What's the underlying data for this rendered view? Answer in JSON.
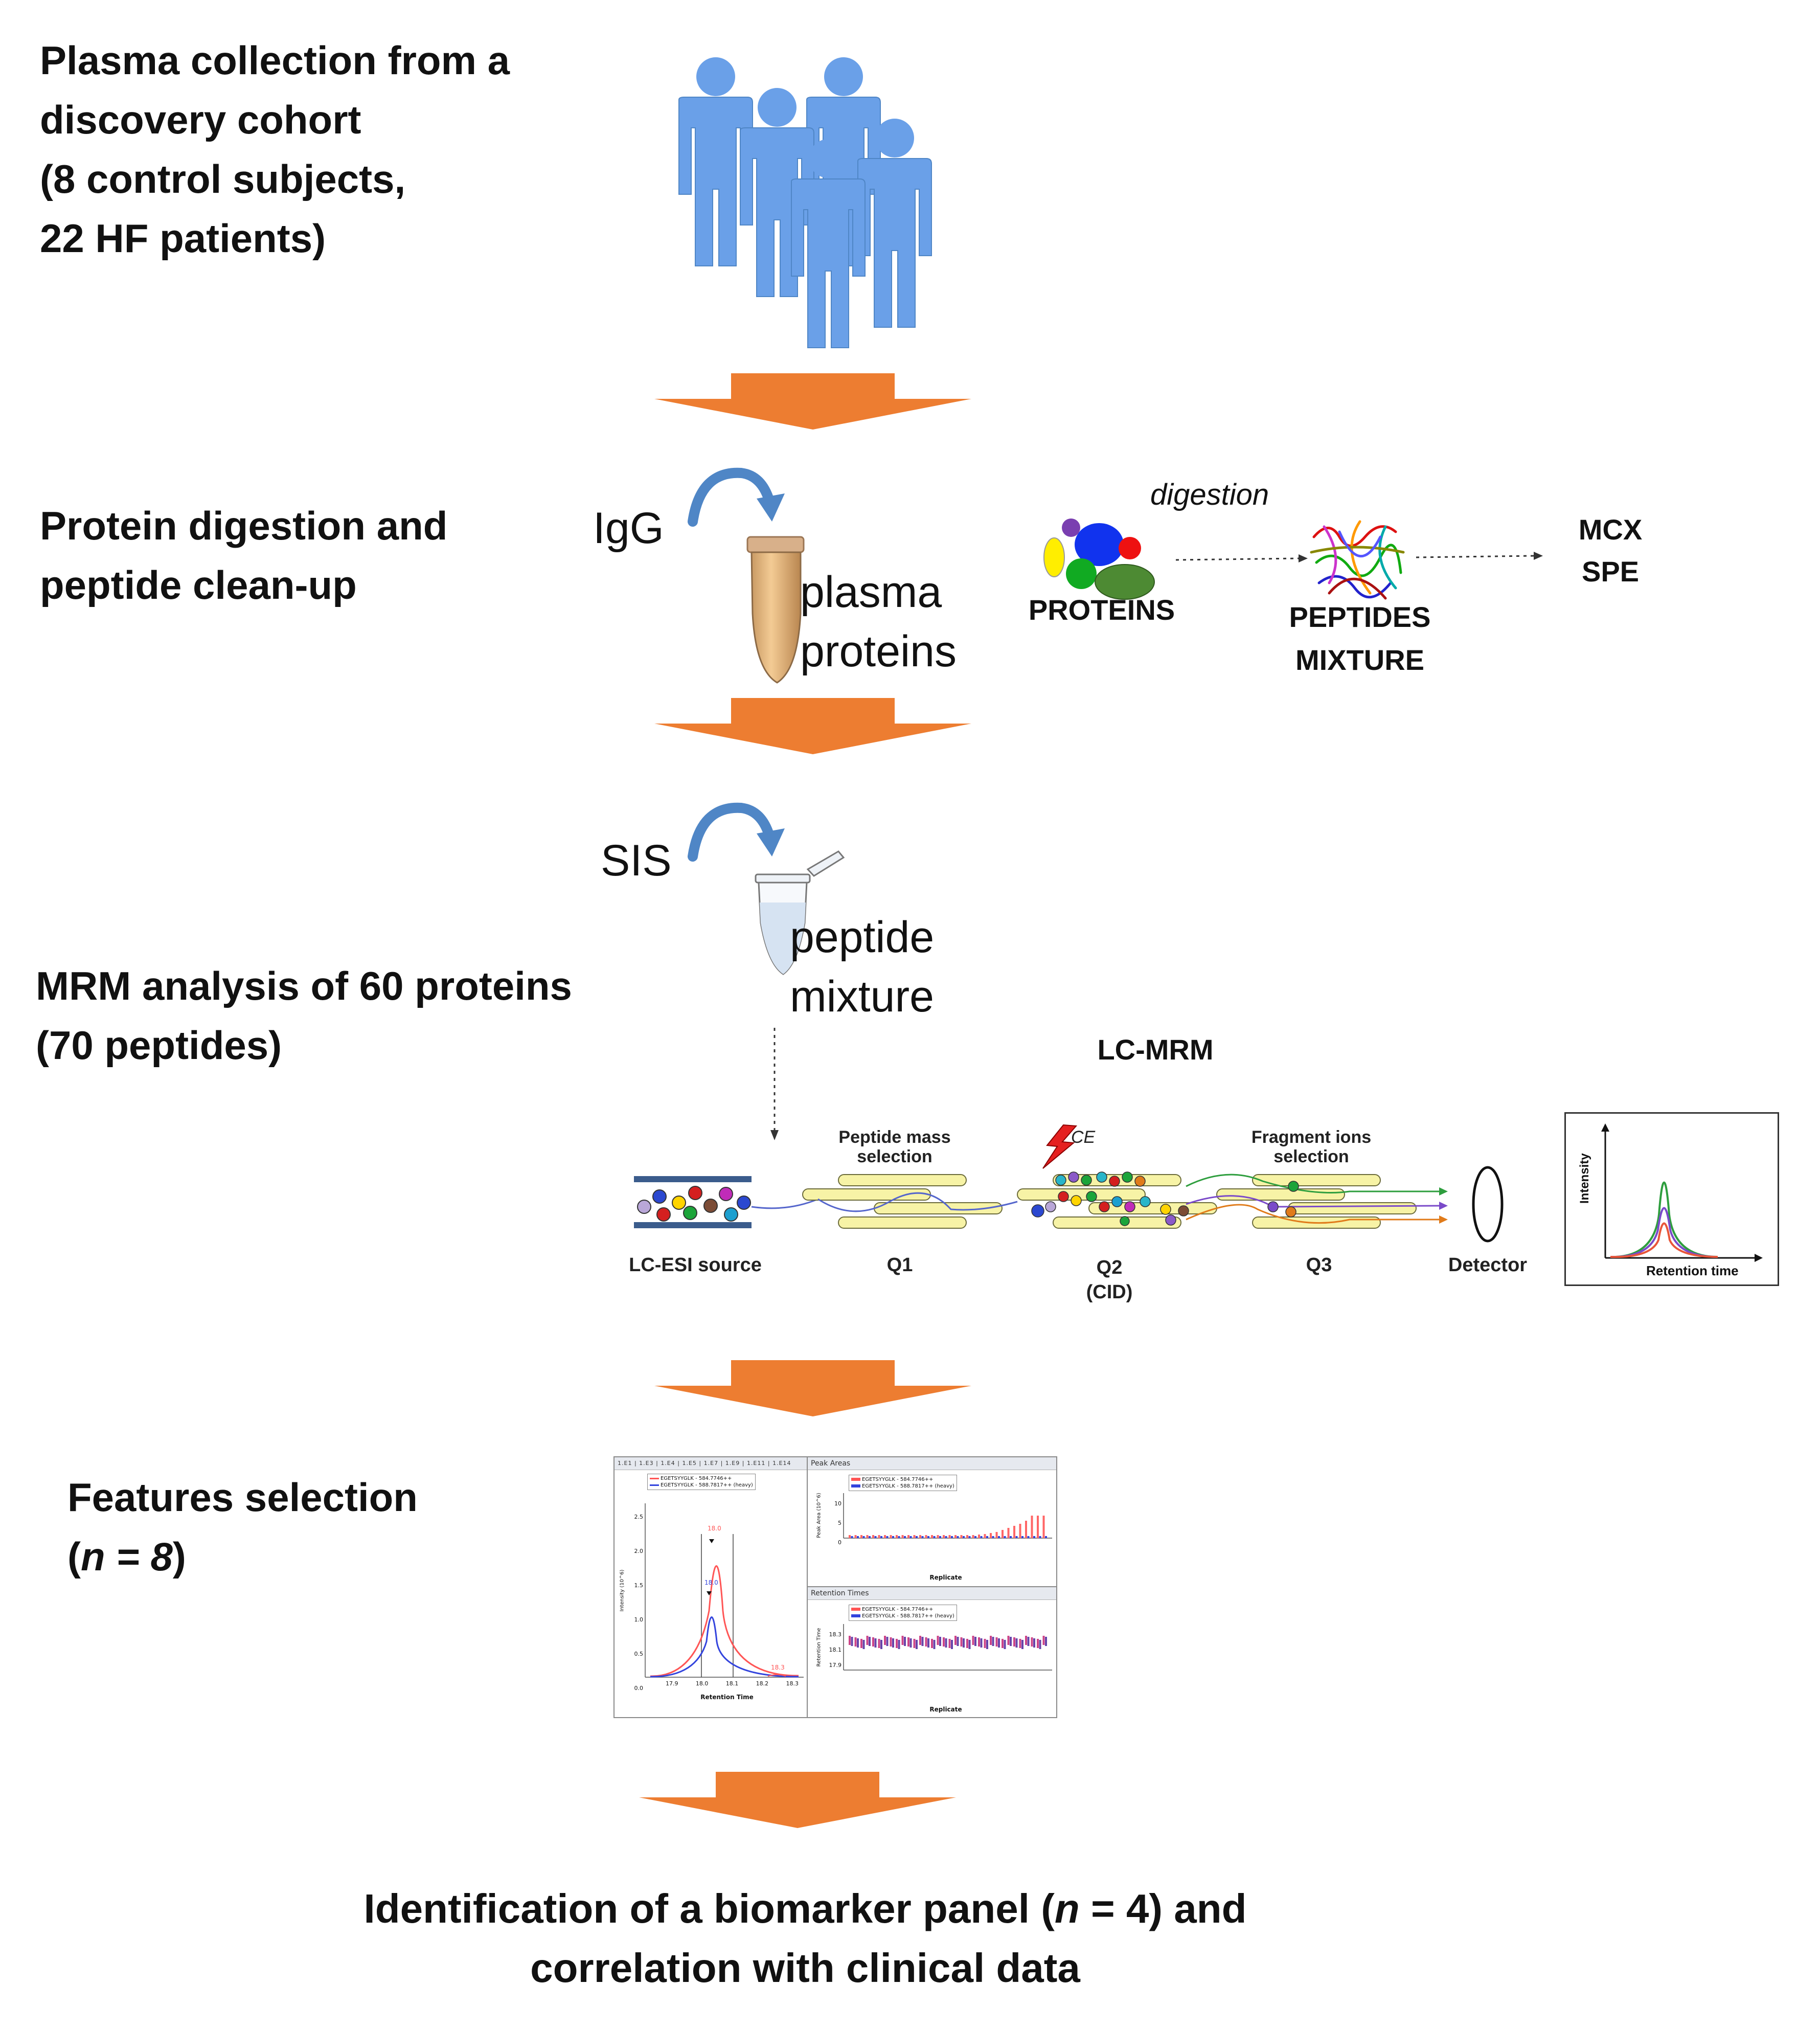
{
  "steps": {
    "s1": {
      "lines": [
        "Plasma collection from a",
        "discovery cohort",
        "(8 control subjects,",
        "22 HF patients)"
      ]
    },
    "s2": {
      "lines": [
        "Protein digestion and",
        "peptide clean-up"
      ]
    },
    "s3": {
      "lines": [
        "MRM analysis of 60 proteins",
        "(70 peptides)"
      ]
    },
    "s4": {
      "line1": "Features selection",
      "n_open": "(",
      "n_text": "n = 8",
      "n_close": ")"
    }
  },
  "digestion": {
    "igg": "IgG",
    "tube_label_1": "plasma",
    "tube_label_2": "proteins",
    "digestion_label": "digestion",
    "proteins_label": "PROTEINS",
    "peptides_label_1": "PEPTIDES",
    "peptides_label_2": "MIXTURE",
    "spe_label_1": "MCX",
    "spe_label_2": "SPE"
  },
  "mrm": {
    "sis": "SIS",
    "tube_label_1": "peptide",
    "tube_label_2": "mixture",
    "lc_mrm": "LC-MRM",
    "peptide_selection": [
      "Peptide mass",
      "selection"
    ],
    "ce": "CE",
    "fragment_selection": [
      "Fragment ions",
      "selection"
    ],
    "lc_esi": "LC-ESI source",
    "q1": "Q1",
    "q2": "Q2",
    "q2_sub": "(CID)",
    "q3": "Q3",
    "detector": "Detector",
    "plot_ylabel": "Intensity",
    "plot_xlabel": "Retention time"
  },
  "screenshot": {
    "left_panel_tabs": [
      "1.E1",
      "1.E3",
      "1.E4",
      "1.E5",
      "1.E7",
      "1.E9",
      "1.E11",
      "1.E14"
    ],
    "left_legend": [
      "EGETSYYGLK - 584.7746++",
      "EGETSYYGLK - 588.7817++ (heavy)"
    ],
    "left_ylabel": "Intensity (10^6)",
    "left_yticks": [
      "2.5",
      "2.0",
      "1.5",
      "1.0",
      "0.5",
      "0.0"
    ],
    "left_xticks": [
      "17.9",
      "18.0",
      "18.1",
      "18.2",
      "18.3"
    ],
    "left_xlabel": "Retention Time",
    "peak_labels": [
      "18.0",
      "18.0",
      "18.3"
    ],
    "top_right_title": "Peak Areas",
    "top_right_legend": [
      "EGETSYYGLK - 584.7746++",
      "EGETSYYGLK - 588.7817++ (heavy)"
    ],
    "top_right_ylabel": "Peak Area (10^6)",
    "top_right_yticks": [
      "10",
      "5",
      "0"
    ],
    "top_right_xlabel": "Replicate",
    "bottom_right_title": "Retention Times",
    "bottom_right_legend": [
      "EGETSYYGLK - 584.7746++",
      "EGETSYYGLK - 588.7817++ (heavy)"
    ],
    "bottom_right_ylabel": "Retention Time",
    "bottom_right_yticks": [
      "18.3",
      "18.1",
      "17.9"
    ],
    "bottom_right_xlabel": "Replicate"
  },
  "final": {
    "l1_pre": "Identification of a biomarker panel (",
    "l1_n": "n",
    "l1_post": " = 4) and",
    "l2": "correlation with clinical data"
  },
  "colors": {
    "people": "#6aa0e8",
    "arrow_orange": "#ed7d31",
    "curve_arrow": "#4f86c6",
    "rod_fill": "#f7f3a6",
    "rod_stroke": "#6b6b3a",
    "light_red": "#ff5555",
    "blue": "#3344dd"
  }
}
